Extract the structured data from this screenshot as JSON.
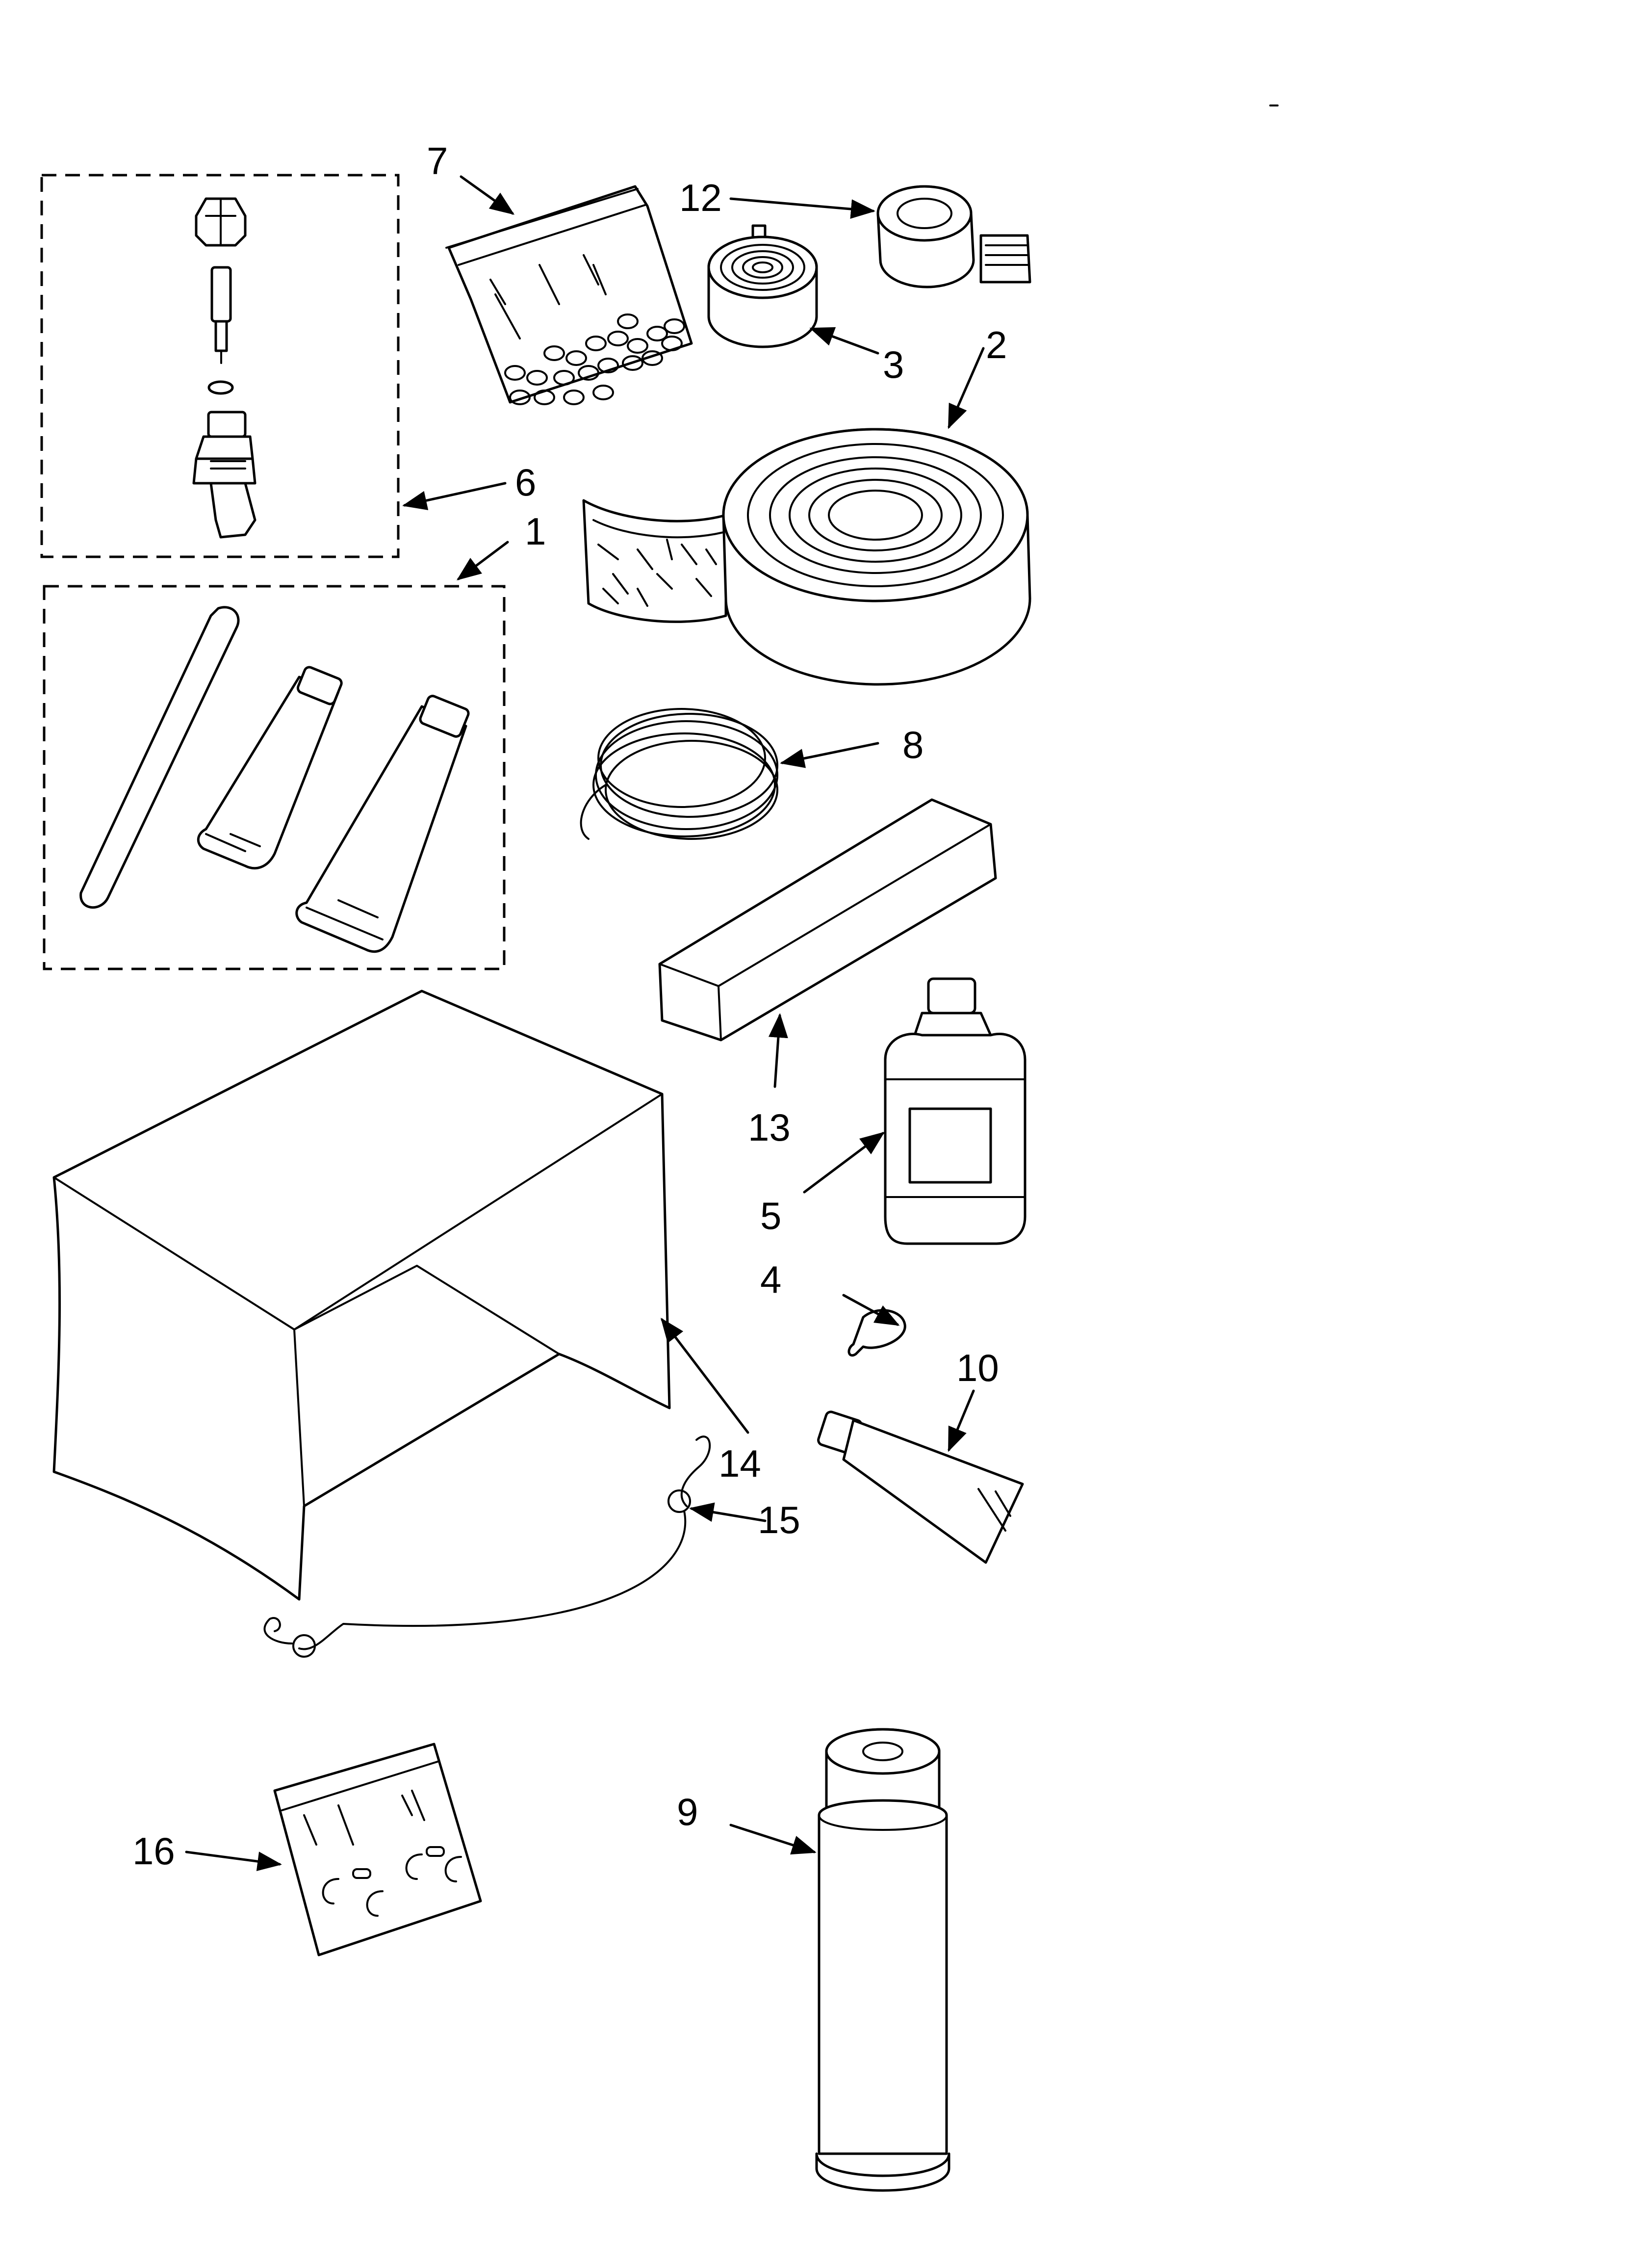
{
  "callouts": {
    "c1": "1",
    "c2": "2",
    "c3": "3",
    "c4": "4",
    "c5": "5",
    "c6": "6",
    "c7": "7",
    "c8": "8",
    "c9": "9",
    "c10": "10",
    "c12": "12",
    "c13": "13",
    "c14": "14",
    "c15": "15",
    "c16": "16"
  },
  "colors": {
    "ink": "#000000",
    "paper": "#ffffff"
  }
}
